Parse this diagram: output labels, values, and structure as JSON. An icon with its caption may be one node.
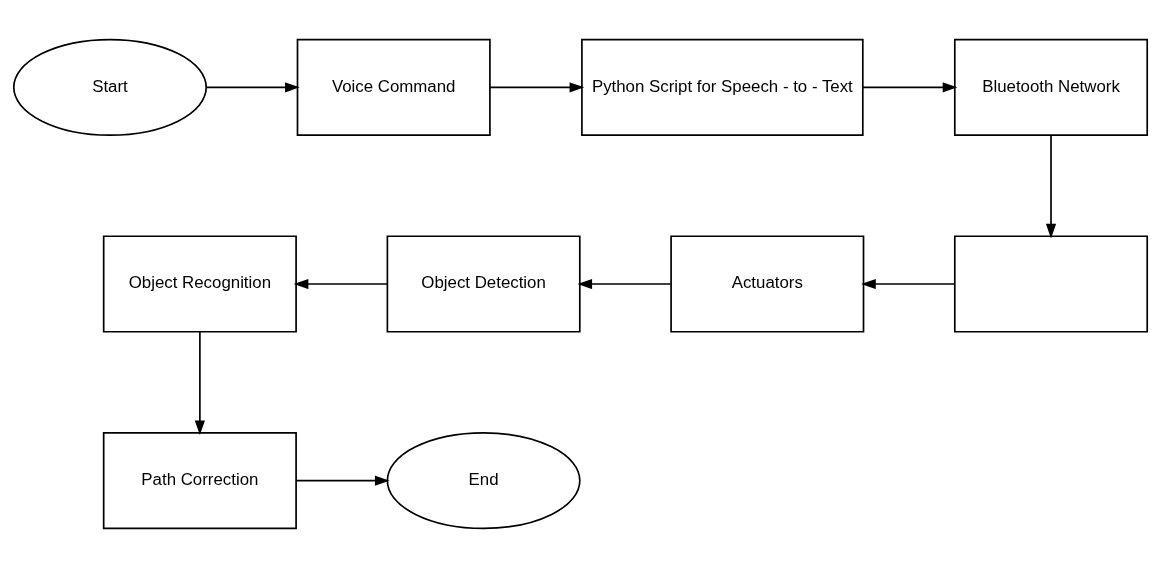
{
  "diagram": {
    "nodes": [
      {
        "text": [
          "Start"
        ]
      },
      {
        "text": [
          "Voice Command"
        ]
      },
      {
        "text": [
          "Python Script for Speech - to - Text"
        ]
      },
      {
        "text": [
          "Bluetooth Network"
        ]
      },
      {
        "text": [],
        "shape": "box"
      },
      {
        "text": [
          "Actuators"
        ]
      },
      {
        "text": [
          "Object Detection"
        ]
      },
      {
        "text": [
          "Object Recognition"
        ]
      },
      {
        "text": [
          "Path Correction"
        ]
      },
      {
        "text": [
          "End"
        ]
      }
    ],
    "edges": [
      {
        "from": 0,
        "to": 1,
        "arrow": "to"
      },
      {
        "from": 1,
        "to": 2,
        "arrow": "to"
      },
      {
        "from": 2,
        "to": 3,
        "arrow": "to"
      },
      {
        "from": 3,
        "to": 4,
        "arrow": "to"
      },
      {
        "from": 4,
        "to": 5,
        "arrow": "to"
      },
      {
        "from": 5,
        "to": 6,
        "arrow": "to"
      },
      {
        "from": 6,
        "to": 7,
        "arrow": "to"
      },
      {
        "from": 7,
        "to": 8,
        "arrow": "to"
      },
      {
        "from": 8,
        "to": 9,
        "arrow": "to"
      }
    ]
  }
}
